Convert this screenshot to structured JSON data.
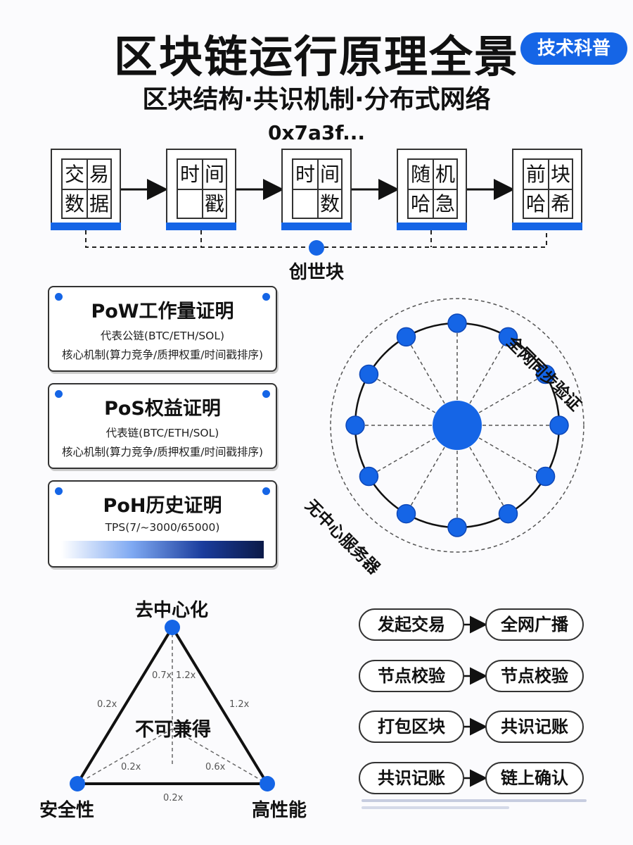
{
  "header": {
    "title": "区块链运行原理全景",
    "subtitle": "区块结构·共识机制·分布式网络",
    "badge": "技术科普"
  },
  "chain": {
    "hash": "0x7a3f...",
    "blocks": [
      {
        "cells": [
          "交",
          "易",
          "数",
          "据"
        ]
      },
      {
        "cells": [
          "时",
          "间",
          "",
          "戳"
        ]
      },
      {
        "cells": [
          "时",
          "间",
          "",
          "数"
        ]
      },
      {
        "cells": [
          "随",
          "机",
          "哈",
          "急"
        ]
      },
      {
        "cells": [
          "前",
          "块",
          "哈",
          "希"
        ]
      }
    ],
    "genesis": "创世块"
  },
  "consensus": [
    {
      "title": "PoW工作量证明",
      "line1": "代表公链(BTC/ETH/SOL)",
      "line2": "核心机制(算力竞争/质押权重/时间戳排序)"
    },
    {
      "title": "PoS权益证明",
      "line1": "代表链(BTC/ETH/SOL)",
      "line2": "核心机制(算力竞争/质押权重/时间戳排序)"
    },
    {
      "title": "PoH历史证明",
      "line1": "TPS(7/~3000/65000)"
    }
  ],
  "network": {
    "top_label": "全网同步验证",
    "bottom_label": "无中心服务器",
    "peer_count": 12,
    "color": "#1565e6"
  },
  "trilemma": {
    "top": "去中心化",
    "left": "安全性",
    "right": "高性能",
    "center": "不可兼得",
    "values": {
      "top_left": "0.7x",
      "top_right": "1.2x",
      "left_edge": "0.2x",
      "right_edge": "1.2x",
      "inner_left": "0.2x",
      "inner_right": "0.6x",
      "bottom": "0.2x"
    }
  },
  "flow": [
    {
      "from": "发起交易",
      "to": "全网广播"
    },
    {
      "from": "节点校验",
      "to": "节点校验"
    },
    {
      "from": "打包区块",
      "to": "共识记账"
    },
    {
      "from": "共识记账",
      "to": "链上确认"
    }
  ],
  "colors": {
    "accent": "#1565e6",
    "ink": "#111111"
  }
}
